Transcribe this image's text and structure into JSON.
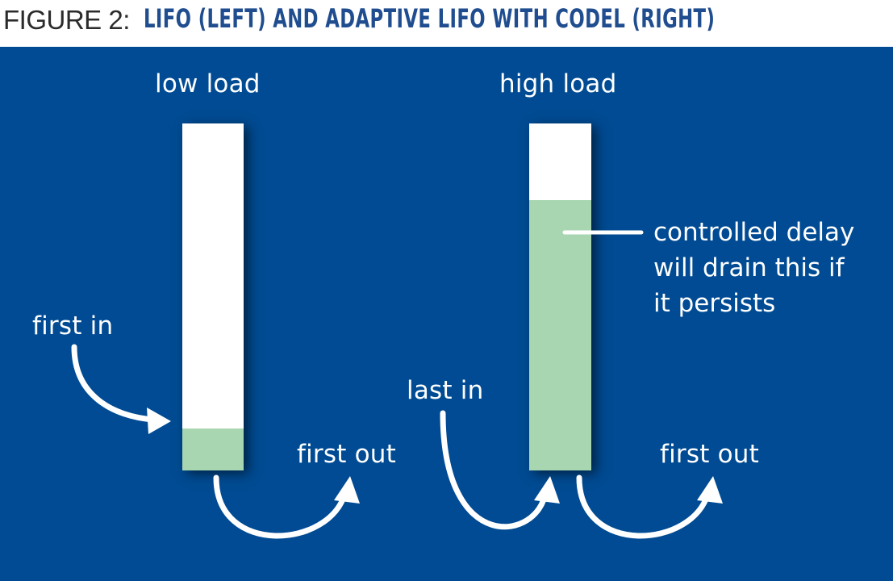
{
  "header": {
    "figure_label": "FIGURE 2:",
    "title": "LIFO (LEFT) AND ADAPTIVE LIFO WITH CODEL (RIGHT)"
  },
  "left": {
    "heading": "low load",
    "in_label": "first in",
    "out_label": "first out",
    "fill_fraction": 0.12
  },
  "right": {
    "heading": "high load",
    "in_label": "last in",
    "out_label": "first out",
    "fill_fraction": 0.78,
    "annotation": [
      "controlled delay",
      "will drain this if",
      "it persists"
    ]
  },
  "colors": {
    "background": "#004b93",
    "stack": "#ffffff",
    "fill": "#a8d6b0",
    "title": "#1f4d8f",
    "text": "#ffffff"
  }
}
